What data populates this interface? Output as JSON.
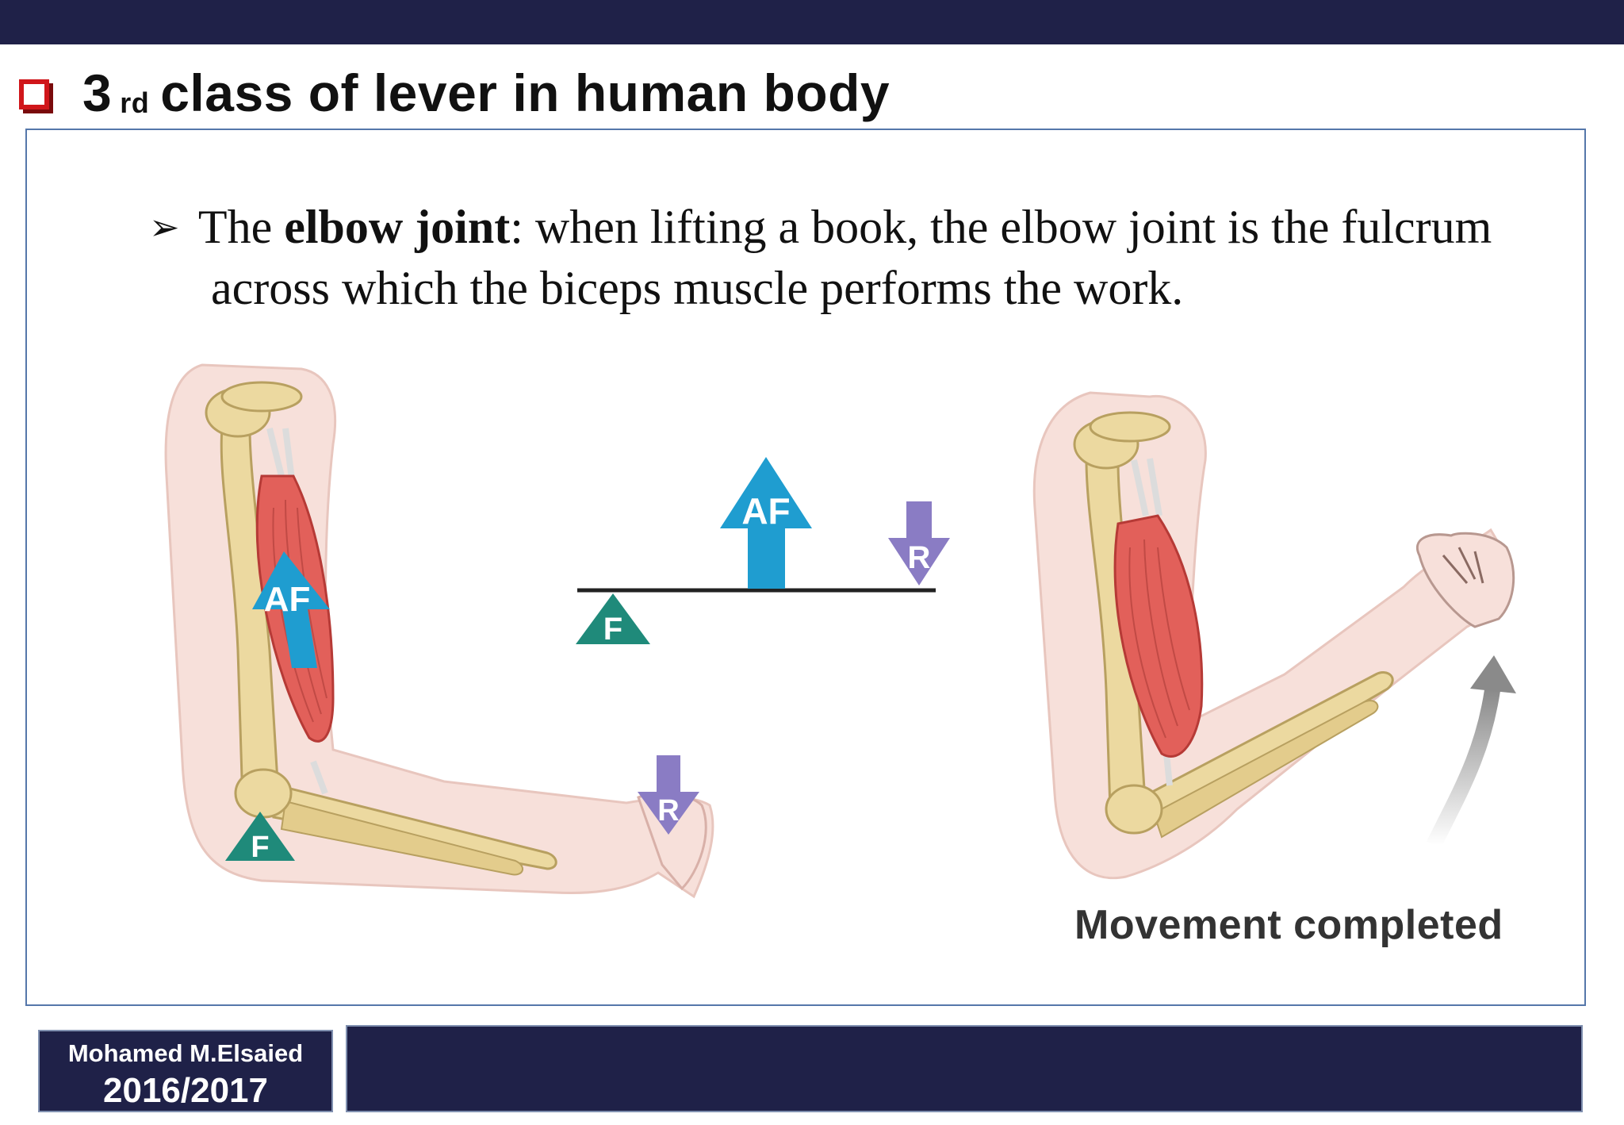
{
  "slide": {
    "title_number": "3",
    "title_suffix": "rd",
    "title_text": "class of lever in human body",
    "bullet": {
      "prefix": "The",
      "bold": "elbow joint",
      "rest_line1": ": when lifting a book, the elbow joint is the fulcrum",
      "line2": "across which the biceps muscle performs the work."
    }
  },
  "diagram": {
    "labels": {
      "effort": "AF",
      "fulcrum": "F",
      "resistance": "R"
    },
    "caption": "Movement completed",
    "colors": {
      "effort_arrow": "#1f9dd0",
      "fulcrum_triangle": "#1f8a7a",
      "resistance_arrow": "#8a7cc4",
      "muscle": "#e2605a",
      "bone": "#ecd9a0",
      "skin": "#f7e0da"
    }
  },
  "footer": {
    "author": "Mohamed M.Elsaied",
    "year": "2016/2017"
  }
}
